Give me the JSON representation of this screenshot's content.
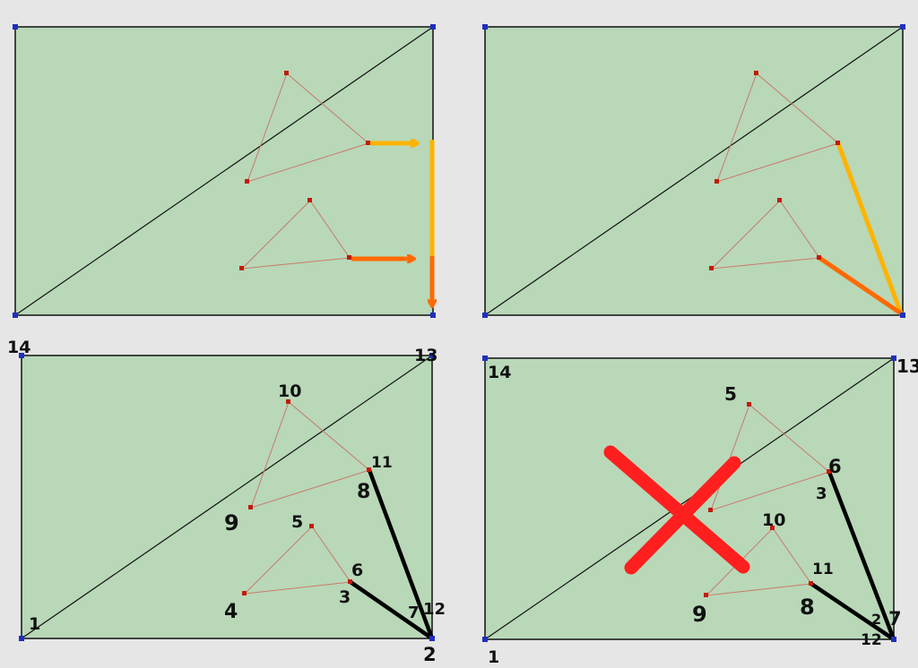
{
  "colors": {
    "background": "#e6e6e6",
    "panel_fill": "#b8d8b8",
    "outline": "#111111",
    "corner_vertex": "#1f2fbf",
    "inner_vertex": "#c21a0a",
    "inner_edge": "#c87a6a",
    "arrow_yellow": "#ffb300",
    "arrow_orange": "#ff6a00",
    "cross": "#ff1f1f",
    "drawn_edge": "#000000",
    "label": "#111111"
  },
  "panels": [
    {
      "id": "panel-1",
      "labels": []
    },
    {
      "id": "panel-2",
      "labels": []
    },
    {
      "id": "panel-3",
      "labels": [
        "14",
        "13",
        "10",
        "11",
        "8",
        "9",
        "5",
        "6",
        "4",
        "3",
        "7",
        "12",
        "1",
        "2"
      ]
    },
    {
      "id": "panel-4",
      "labels": [
        "14",
        "13",
        "5",
        "6",
        "3",
        "10",
        "11",
        "8",
        "9",
        "2",
        "7",
        "12",
        "1"
      ]
    }
  ]
}
